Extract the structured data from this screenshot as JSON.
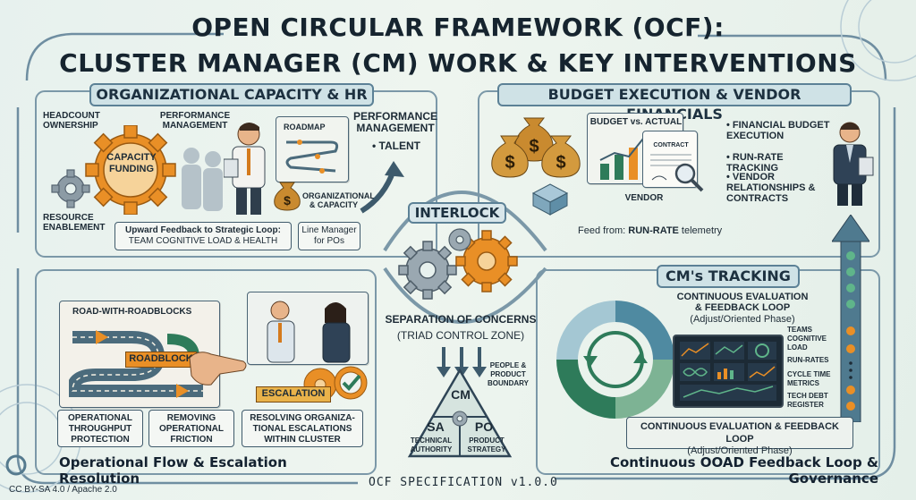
{
  "title_line1": "OPEN CIRCULAR FRAMEWORK (OCF):",
  "title_line2": "CLUSTER MANAGER (CM) WORK & KEY INTERVENTIONS",
  "hr": {
    "banner": "ORGANIZATIONAL CAPACITY & HR",
    "headcount": "HEADCOUNT OWNERSHIP",
    "perf_mgmt": "PERFORMANCE MANAGEMENT",
    "capacity_funding": "CAPACITY FUNDING",
    "roadmap": "ROADMAP",
    "perf_mgmt_big": "PERFORMANCE MANAGEMENT",
    "talent": "• TALENT",
    "org_capacity": "ORGANIZATIONAL & CAPACITY",
    "resource": "RESOURCE ENABLEMENT",
    "feedback_line1": "Upward Feedback to Strategic Loop:",
    "feedback_line2": "TEAM COGNITIVE LOAD & HEALTH",
    "line_manager_1": "Line Manager",
    "line_manager_2": "for POs"
  },
  "budget": {
    "banner": "BUDGET EXECUTION & VENDOR FINANCIALS",
    "budget_vs_actual": "BUDGET vs. ACTUAL",
    "contract": "CONTRACT",
    "vendor": "VENDOR",
    "bullet1": "• FINANCIAL BUDGET EXECUTION",
    "bullet2": "• RUN-RATE TRACKING",
    "bullet3": "• VENDOR RELATIONSHIPS & CONTRACTS",
    "feed_prefix": "Feed from: ",
    "feed_bold": "RUN-RATE",
    "feed_suffix": " telemetry"
  },
  "center": {
    "interlock": "INTERLOCK",
    "separation": "SEPARATION OF CONCERNS",
    "triad": "(TRIAD CONTROL ZONE)",
    "cm": "CM",
    "sa": "SA",
    "po": "PO",
    "people_boundary": "PEOPLE & PRODUCT BOUNDARY",
    "tech_authority": "TECHNICAL AUTHORITY",
    "product_strategy": "PRODUCT STRATEGY"
  },
  "ops": {
    "roadmap_title": "ROAD-WITH-ROADBLOCKS",
    "roadblock": "ROADBLOCK",
    "escalation": "ESCALATION",
    "box1": "OPERATIONAL THROUGHPUT PROTECTION",
    "box2": "REMOVING OPERATIONAL FRICTION",
    "box3": "RESOLVING ORGANIZA-TIONAL ESCALATIONS WITHIN CLUSTER",
    "footer": "Operational Flow & Escalation Resolution"
  },
  "tracking": {
    "banner": "CM's TRACKING",
    "loop_title_1": "CONTINUOUS EVALUATION",
    "loop_title_2": "& FEEDBACK LOOP",
    "loop_sub": "(Adjust/Oriented Phase)",
    "m1": "TEAMS COGNITIVE LOAD",
    "m2": "RUN-RATES",
    "m3": "CYCLE TIME METRICS",
    "m4": "TECH DEBT REGISTER",
    "box_title": "CONTINUOUS EVALUATION & FEEDBACK LOOP",
    "box_sub": "(Adjust/Oriented Phase)",
    "footer": "Continuous OOAD Feedback Loop & Governance"
  },
  "spec": "OCF SPECIFICATION v1.0.0",
  "license": "CC BY-SA 4.0 / Apache 2.0"
}
